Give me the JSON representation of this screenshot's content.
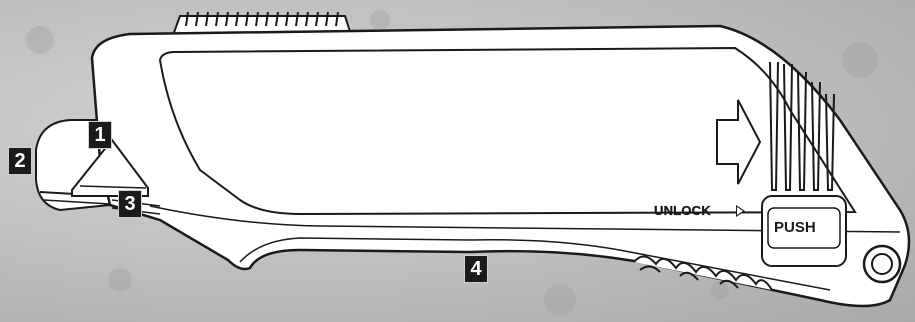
{
  "callouts": [
    {
      "label": "1",
      "part": "blade-carrier"
    },
    {
      "label": "2",
      "part": "blade-guard"
    },
    {
      "label": "3",
      "part": "blade-slot"
    },
    {
      "label": "4",
      "part": "handle-grip"
    }
  ],
  "labels": {
    "unlock": "UNLOCK",
    "push": "PUSH"
  },
  "colors": {
    "background": "#bdbdbd",
    "body_fill": "#ffffff",
    "outline": "#1a1a1a",
    "callout_fill": "#1b1b1b",
    "callout_text": "#ffffff"
  }
}
